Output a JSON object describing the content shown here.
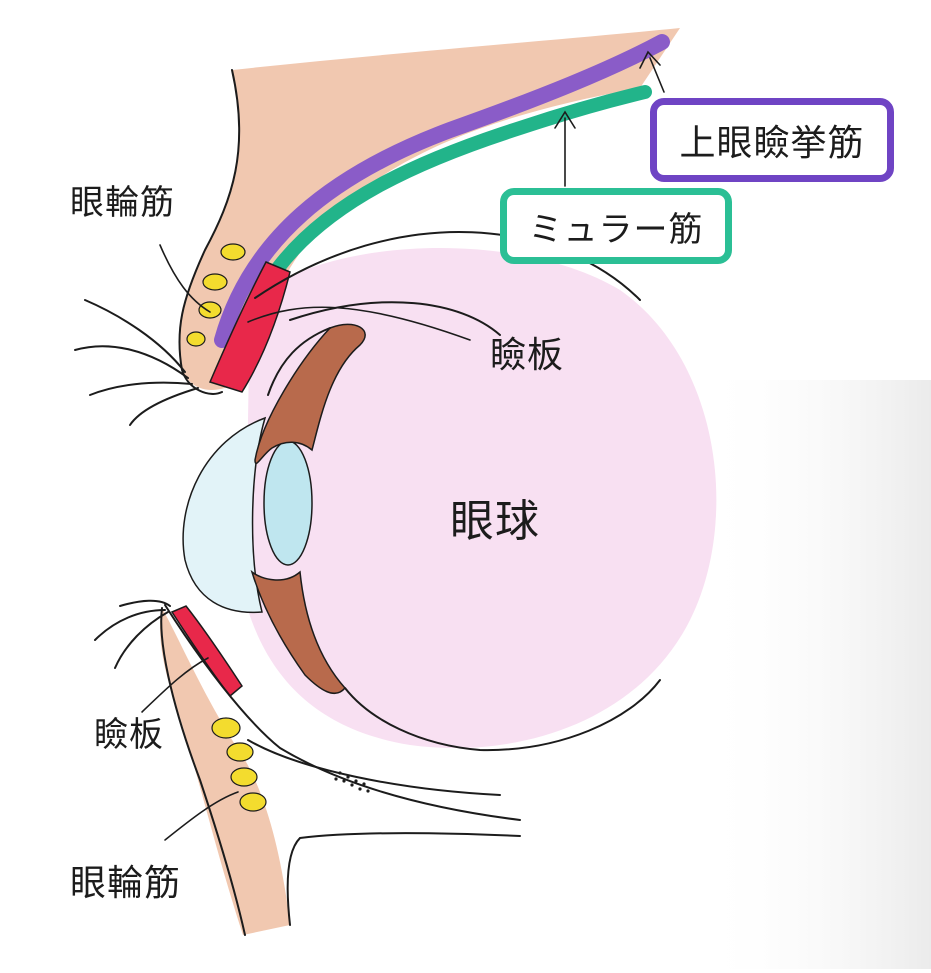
{
  "labels": {
    "orbicularis_upper": "眼輪筋",
    "levator": "上眼瞼挙筋",
    "muller": "ミュラー筋",
    "tarsus_upper": "瞼板",
    "eyeball": "眼球",
    "tarsus_lower": "瞼板",
    "orbicularis_lower": "眼輪筋"
  },
  "colors": {
    "levator_muscle": "#8a5cc8",
    "levator_box_border": "#6f44c4",
    "muller_muscle": "#22b48a",
    "muller_box_border": "#2bbf95",
    "tarsus": "#e8284a",
    "skin": "#f1c8b0",
    "fat": "#f3dc2e",
    "eyeball": "#f8e0f2",
    "iris": "#b86a4c",
    "lens": "#bfe6ef",
    "cornea": "#e2f3f8",
    "ink": "#1c1c1c"
  }
}
